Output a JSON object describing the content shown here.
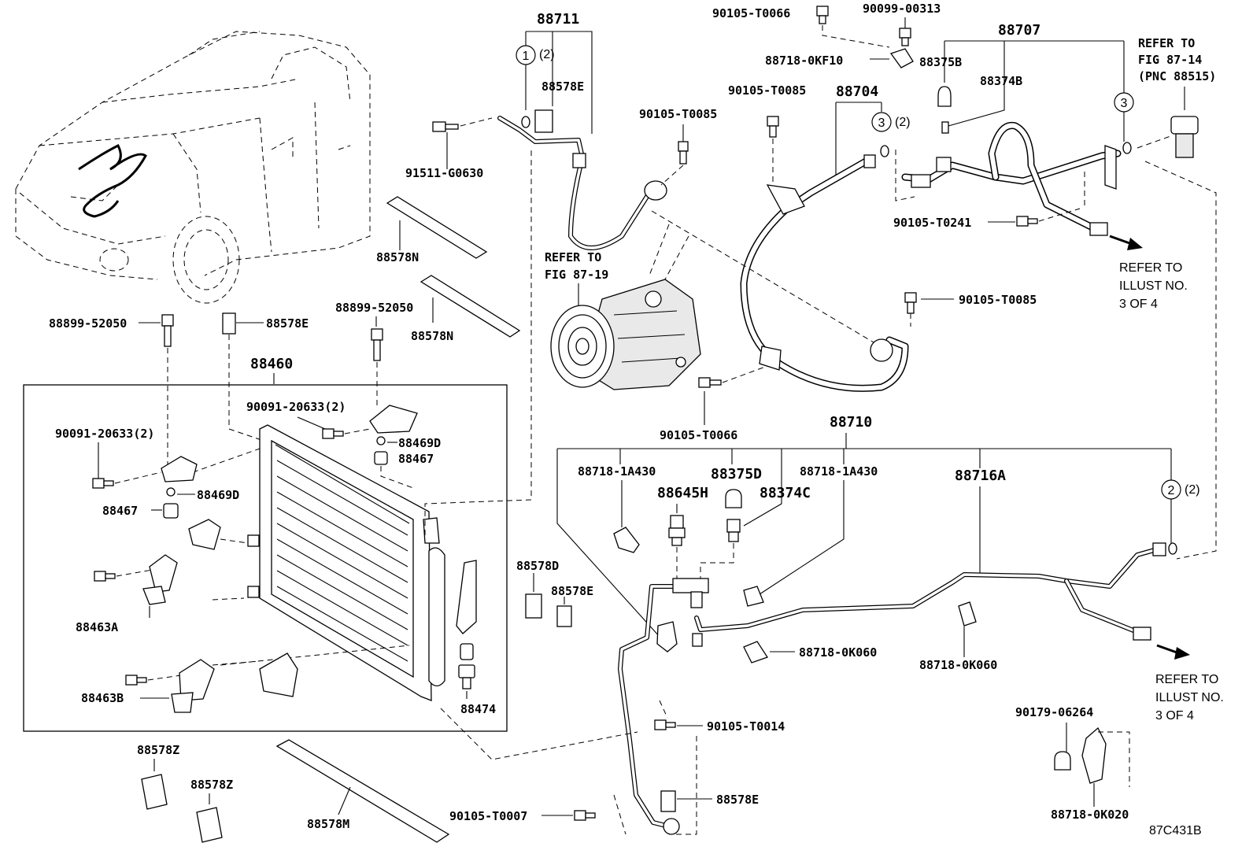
{
  "labels": {
    "p88711": "88711",
    "p88578E_top": "88578E",
    "p91511": "91511-G0630",
    "p90105_T0066_top": "90105-T0066",
    "p90099": "90099-00313",
    "p88718_0KF10": "88718-0KF10",
    "p88707": "88707",
    "p88375B": "88375B",
    "p88374B": "88374B",
    "p90105_T0085_a": "90105-T0085",
    "p88704": "88704",
    "p90105_T0085_b": "90105-T0085",
    "p90105_T0241": "90105-T0241",
    "p90105_T0085_c": "90105-T0085",
    "p88578N_a": "88578N",
    "p88578N_b": "88578N",
    "p88899_a": "88899-52050",
    "p88899_b": "88899-52050",
    "p88578E_mid": "88578E",
    "p88460": "88460",
    "p90091_a": "90091-20633(2)",
    "p90091_b": "90091-20633(2)",
    "p88469D_a": "88469D",
    "p88469D_b": "88469D",
    "p88467_a": "88467",
    "p88467_b": "88467",
    "p88463A": "88463A",
    "p88463B": "88463B",
    "p88474": "88474",
    "p90105_T0066_mid": "90105-T0066",
    "p88710": "88710",
    "p88718_1A430_a": "88718-1A430",
    "p88718_1A430_b": "88718-1A430",
    "p88375D": "88375D",
    "p88645H": "88645H",
    "p88374C": "88374C",
    "p88716A": "88716A",
    "p88578D": "88578D",
    "p88578E_low": "88578E",
    "p88718_0K060_a": "88718-0K060",
    "p88718_0K060_b": "88718-0K060",
    "p90105_T0014": "90105-T0014",
    "p90179": "90179-06264",
    "p88718_0K020": "88718-0K020",
    "p88578Z_a": "88578Z",
    "p88578Z_b": "88578Z",
    "p88578M": "88578M",
    "p90105_T0007": "90105-T0007",
    "p88578E_bot": "88578E",
    "fig_code": "87C431B"
  },
  "refs": {
    "refer_fig_87_19": [
      "REFER TO",
      "FIG 87-19"
    ],
    "refer_fig_87_14": [
      "REFER TO",
      "FIG 87-14",
      "(PNC 88515)"
    ],
    "refer_illust_a": [
      "REFER TO",
      "ILLUST NO.",
      "3 OF 4"
    ],
    "refer_illust_b": [
      "REFER TO",
      "ILLUST NO.",
      "3 OF 4"
    ]
  },
  "callouts": {
    "c1": "1",
    "c1_qty": "(2)",
    "c3a": "3",
    "c3a_qty": "(2)",
    "c3b": "3",
    "c2": "2",
    "c2_qty": "(2)"
  }
}
